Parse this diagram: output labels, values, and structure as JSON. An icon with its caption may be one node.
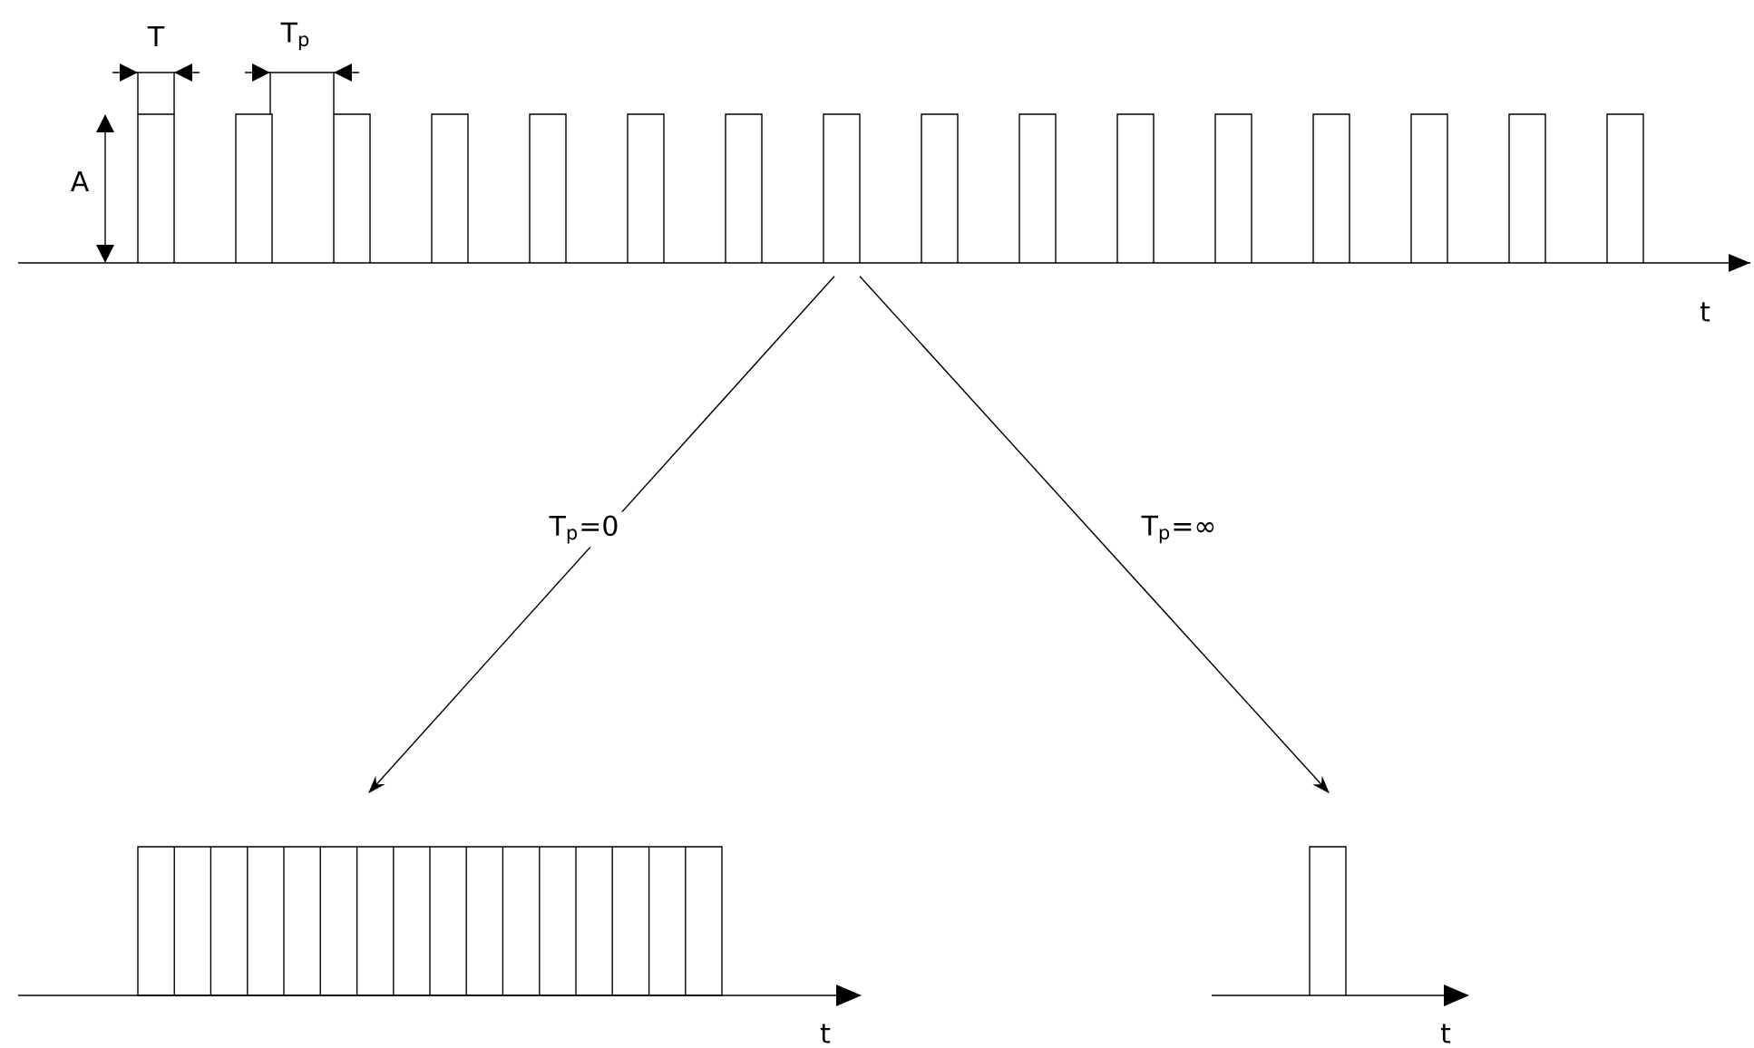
{
  "diagram": {
    "nodes": [
      {
        "text": [],
        "shape": "picture"
      },
      {
        "text": [],
        "shape": "picture"
      },
      {
        "text": [],
        "shape": "picture"
      }
    ],
    "edges": [
      {
        "from": 0,
        "to": 1,
        "arrow": "to",
        "label": "T$_{p}$=0"
      },
      {
        "from": 0,
        "to": 2,
        "arrow": "to",
        "label": "T$_{p}$=∞"
      }
    ],
    "labels": [
      "T",
      "T$_{p}$",
      "A",
      "t",
      "t",
      "t"
    ]
  }
}
